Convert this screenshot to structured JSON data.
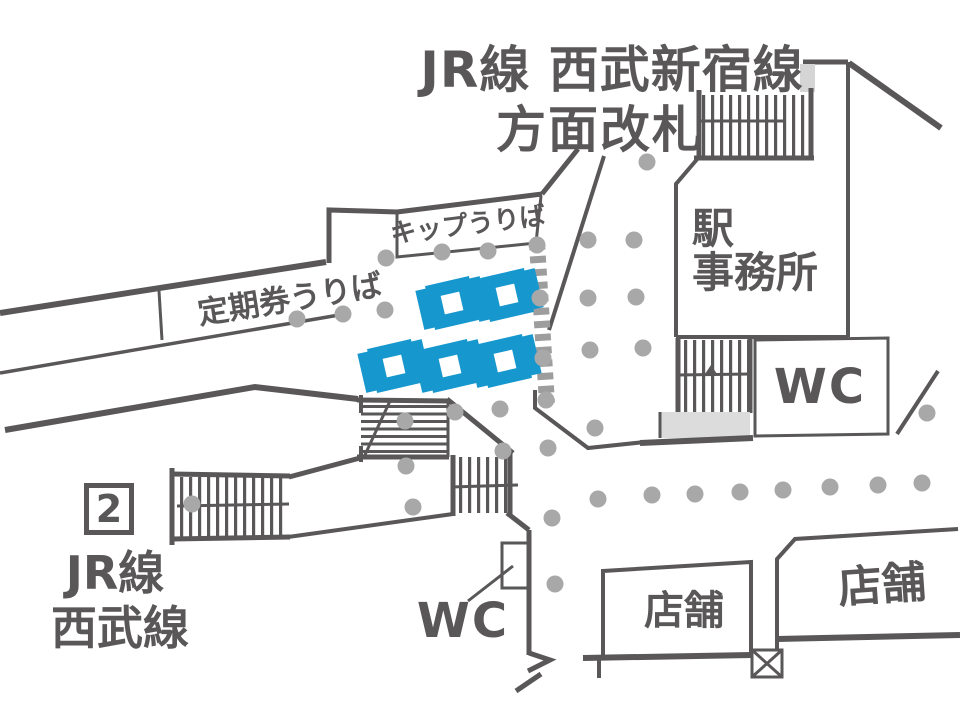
{
  "title": {
    "line1": "JR線 西武新宿線",
    "line2": "方面改札"
  },
  "labels": {
    "ticket_office": "キップうりば",
    "commuter_pass_office": "定期券うりば",
    "station_office_line1": "駅",
    "station_office_line2": "事務所",
    "wc_right": "WC",
    "wc_bottom": "WC",
    "shop_left": "店舗",
    "shop_right": "店舗",
    "exit_number": "2",
    "exit_line1": "JR線",
    "exit_line2": "西武線"
  },
  "map_features": {
    "ticket_gate_count": 5,
    "gate_rows": [
      2,
      3
    ],
    "stairs_count": 5,
    "pillar_dot_count": 37
  },
  "colors": {
    "wall": "#595757",
    "pillar_dot": "#a8a8a8",
    "gate_dash_line": "#9d9d9d",
    "ticket_gate_blue": "#1697ce",
    "platform_gray": "#dcdcdc",
    "background": "#ffffff"
  }
}
